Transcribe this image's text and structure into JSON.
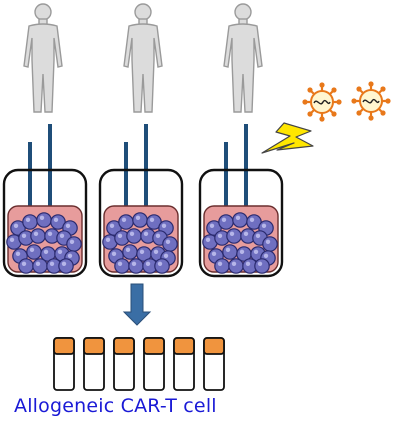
{
  "caption": "Allogeneic CAR-T cell",
  "colors": {
    "caption": "#1a1ad6",
    "donor_fill": "#dcdcdc",
    "donor_stroke": "#9a9a9a",
    "tube_metal": "#1f4e79",
    "culture_medium": "#e79c9c",
    "cell_fill": "#6f6fc0",
    "cell_stroke": "#2a2a6e",
    "arrow": "#3a6ea5",
    "vial_cap": "#f0943e",
    "lightning": "#ffe600",
    "virus_spike": "#e8781a"
  },
  "icons": {
    "donor": "human-silhouette-icon",
    "bioreactor": "bioreactor-bag-icon",
    "virus": "virus-icon",
    "lightning": "lightning-bolt-icon",
    "arrow": "down-arrow-icon",
    "vial": "vial-icon"
  },
  "counts": {
    "donors": 3,
    "bags": 3,
    "viruses": 2,
    "vials": 6
  }
}
